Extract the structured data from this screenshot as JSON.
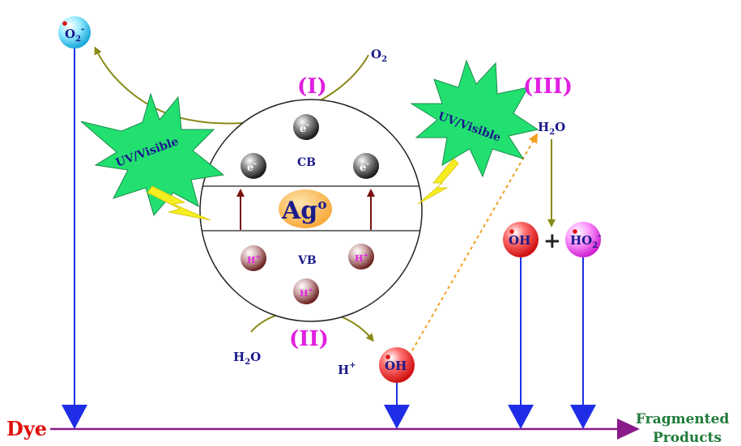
{
  "labels": {
    "step1": "(I)",
    "step2": "(II)",
    "step3": "(III)",
    "cb": "CB",
    "vb": "VB",
    "center": "Ag",
    "center_sup": "o",
    "electron": "e",
    "electron_sup": "-",
    "hole": "H",
    "hole_sup": "+",
    "o2": "O",
    "o2_sub": "2",
    "superoxide": "O",
    "superoxide_sub": "2",
    "superoxide_sup": "-",
    "h2o_left": "H",
    "h2o_left_sub": "2",
    "h2o_left_tail": "O",
    "h2o_right": "H",
    "h2o_right_sub": "2",
    "h2o_right_tail": "O",
    "hplus": "H",
    "hplus_sup": "+",
    "oh": "OH",
    "ho2": "HO",
    "ho2_sub": "2",
    "ho2_sup": "-",
    "plus": "+",
    "uv_left": "UV/Visible",
    "uv_right": "UV/Visible",
    "dye": "Dye",
    "fragmented_1": "Fragmented",
    "fragmented_2": "Products"
  },
  "colors": {
    "magenta": "#e020e0",
    "navy": "#1a1a8c",
    "dye_red": "#e01010",
    "product_green": "#1f7a3a",
    "arrow_blue": "#1f2ee6",
    "axis_purple": "#8a1a8a",
    "olive": "#8a8a1a",
    "dashed_orange": "#f0a020",
    "star_green": "#22e070",
    "ag_orange": "#f7a531",
    "band_arrow": "#7a1010"
  }
}
